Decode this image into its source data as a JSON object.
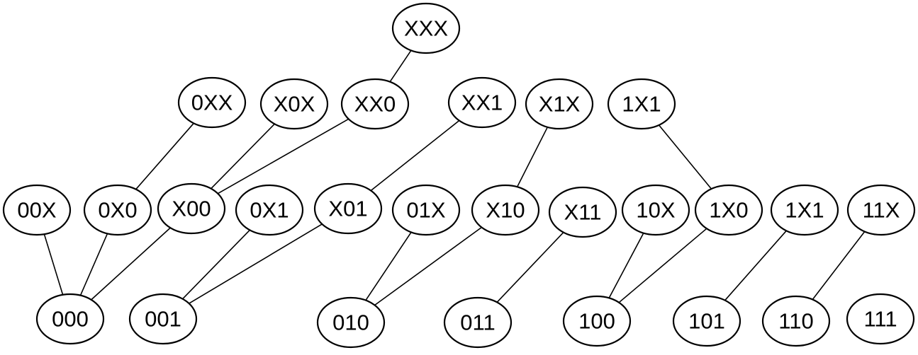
{
  "diagram": {
    "nodes": [
      {
        "id": "n_XXX",
        "label": "XXX"
      },
      {
        "id": "n_0XX",
        "label": "0XX"
      },
      {
        "id": "n_X0X",
        "label": "X0X"
      },
      {
        "id": "n_XX0",
        "label": "XX0"
      },
      {
        "id": "n_XX1",
        "label": "XX1"
      },
      {
        "id": "n_X1X",
        "label": "X1X"
      },
      {
        "id": "n_1X1_top",
        "label": "1X1"
      },
      {
        "id": "n_00X",
        "label": "00X"
      },
      {
        "id": "n_0X0",
        "label": "0X0"
      },
      {
        "id": "n_X00",
        "label": "X00"
      },
      {
        "id": "n_0X1",
        "label": "0X1"
      },
      {
        "id": "n_X01",
        "label": "X01"
      },
      {
        "id": "n_01X",
        "label": "01X"
      },
      {
        "id": "n_X10",
        "label": "X10"
      },
      {
        "id": "n_X11",
        "label": "X11"
      },
      {
        "id": "n_10X",
        "label": "10X"
      },
      {
        "id": "n_1X0",
        "label": "1X0"
      },
      {
        "id": "n_1X1",
        "label": "1X1"
      },
      {
        "id": "n_11X",
        "label": "11X"
      },
      {
        "id": "n_000",
        "label": "000"
      },
      {
        "id": "n_001",
        "label": "001"
      },
      {
        "id": "n_010",
        "label": "010"
      },
      {
        "id": "n_011",
        "label": "011"
      },
      {
        "id": "n_100",
        "label": "100"
      },
      {
        "id": "n_101",
        "label": "101"
      },
      {
        "id": "n_110",
        "label": "110"
      },
      {
        "id": "n_111",
        "label": "111"
      }
    ],
    "edges": [
      {
        "from": "n_XXX",
        "to": "n_XX0"
      },
      {
        "from": "n_0XX",
        "to": "n_0X0"
      },
      {
        "from": "n_X0X",
        "to": "n_X00"
      },
      {
        "from": "n_XX0",
        "to": "n_X00"
      },
      {
        "from": "n_XX1",
        "to": "n_X01"
      },
      {
        "from": "n_X1X",
        "to": "n_X10"
      },
      {
        "from": "n_1X1_top",
        "to": "n_1X0"
      },
      {
        "from": "n_00X",
        "to": "n_000"
      },
      {
        "from": "n_0X0",
        "to": "n_000"
      },
      {
        "from": "n_X00",
        "to": "n_000"
      },
      {
        "from": "n_0X1",
        "to": "n_001"
      },
      {
        "from": "n_X01",
        "to": "n_001"
      },
      {
        "from": "n_01X",
        "to": "n_010"
      },
      {
        "from": "n_X10",
        "to": "n_010"
      },
      {
        "from": "n_X11",
        "to": "n_011"
      },
      {
        "from": "n_10X",
        "to": "n_100"
      },
      {
        "from": "n_1X0",
        "to": "n_100"
      },
      {
        "from": "n_1X1",
        "to": "n_101"
      },
      {
        "from": "n_11X",
        "to": "n_110"
      }
    ]
  }
}
